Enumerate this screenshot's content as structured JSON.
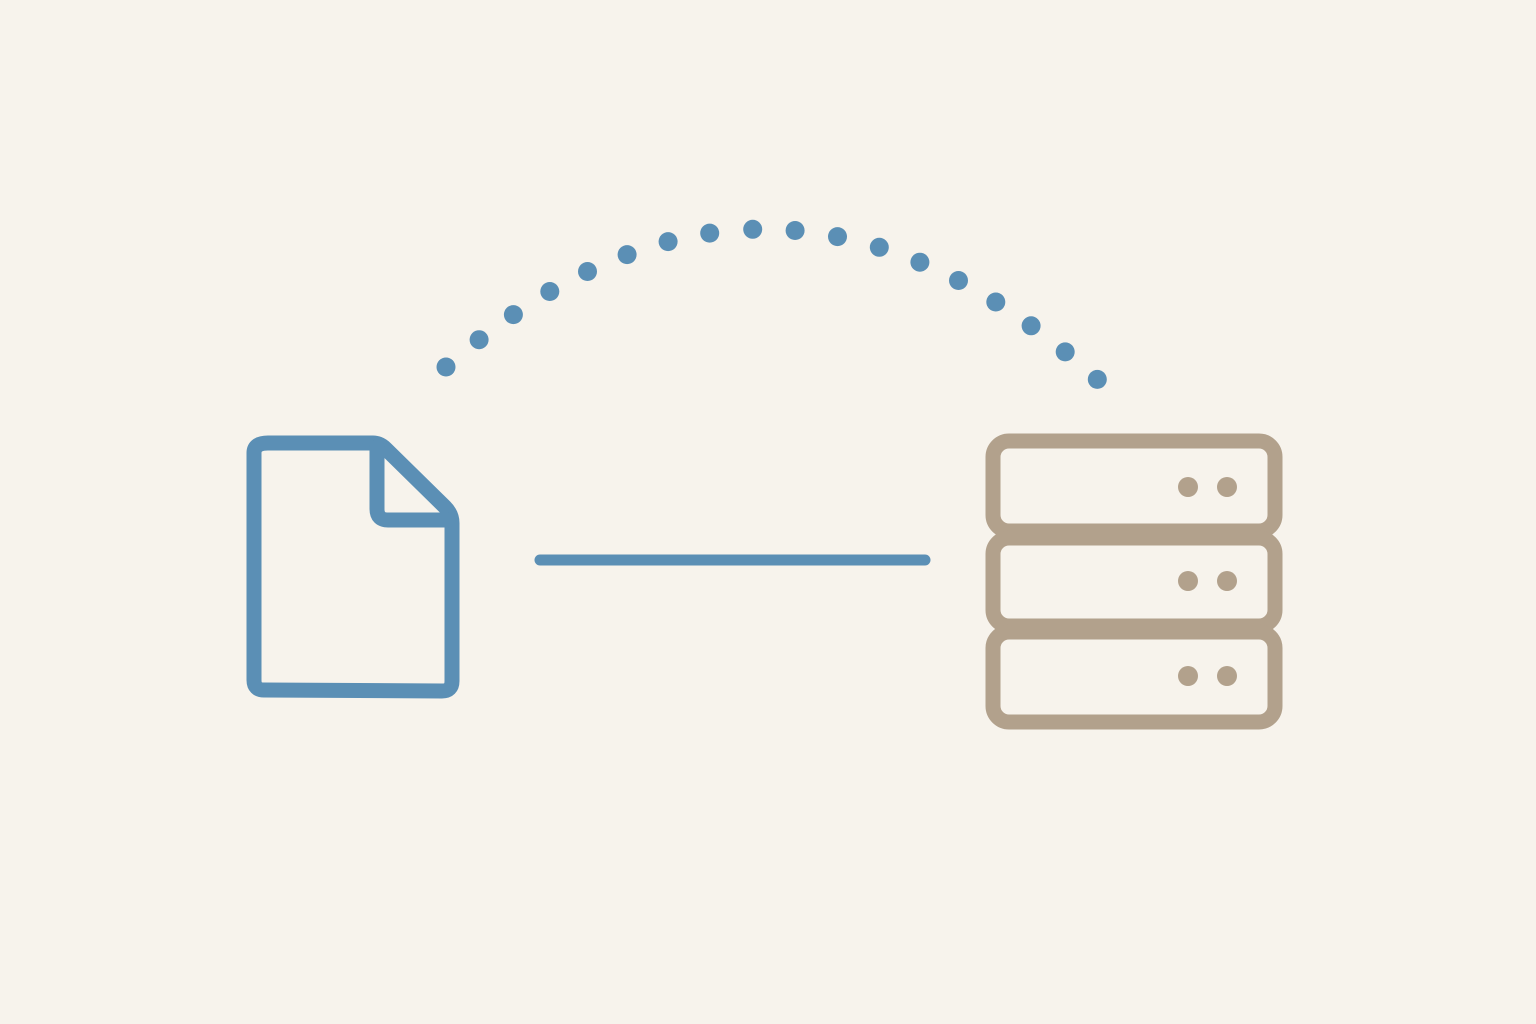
{
  "diagram": {
    "background": "#f7f3ec",
    "nodes": [
      {
        "id": "file",
        "icon": "file-icon",
        "color": "#5b8fb5"
      },
      {
        "id": "server",
        "icon": "server-stack-icon",
        "color": "#b2a18c",
        "units": 3,
        "indicators_per_unit": 2
      }
    ],
    "connections": [
      {
        "from": "file",
        "to": "server",
        "style": "solid",
        "color": "#5b8fb5"
      },
      {
        "from": "file",
        "to": "server",
        "style": "dotted-arc",
        "color": "#5b8fb5"
      }
    ]
  }
}
